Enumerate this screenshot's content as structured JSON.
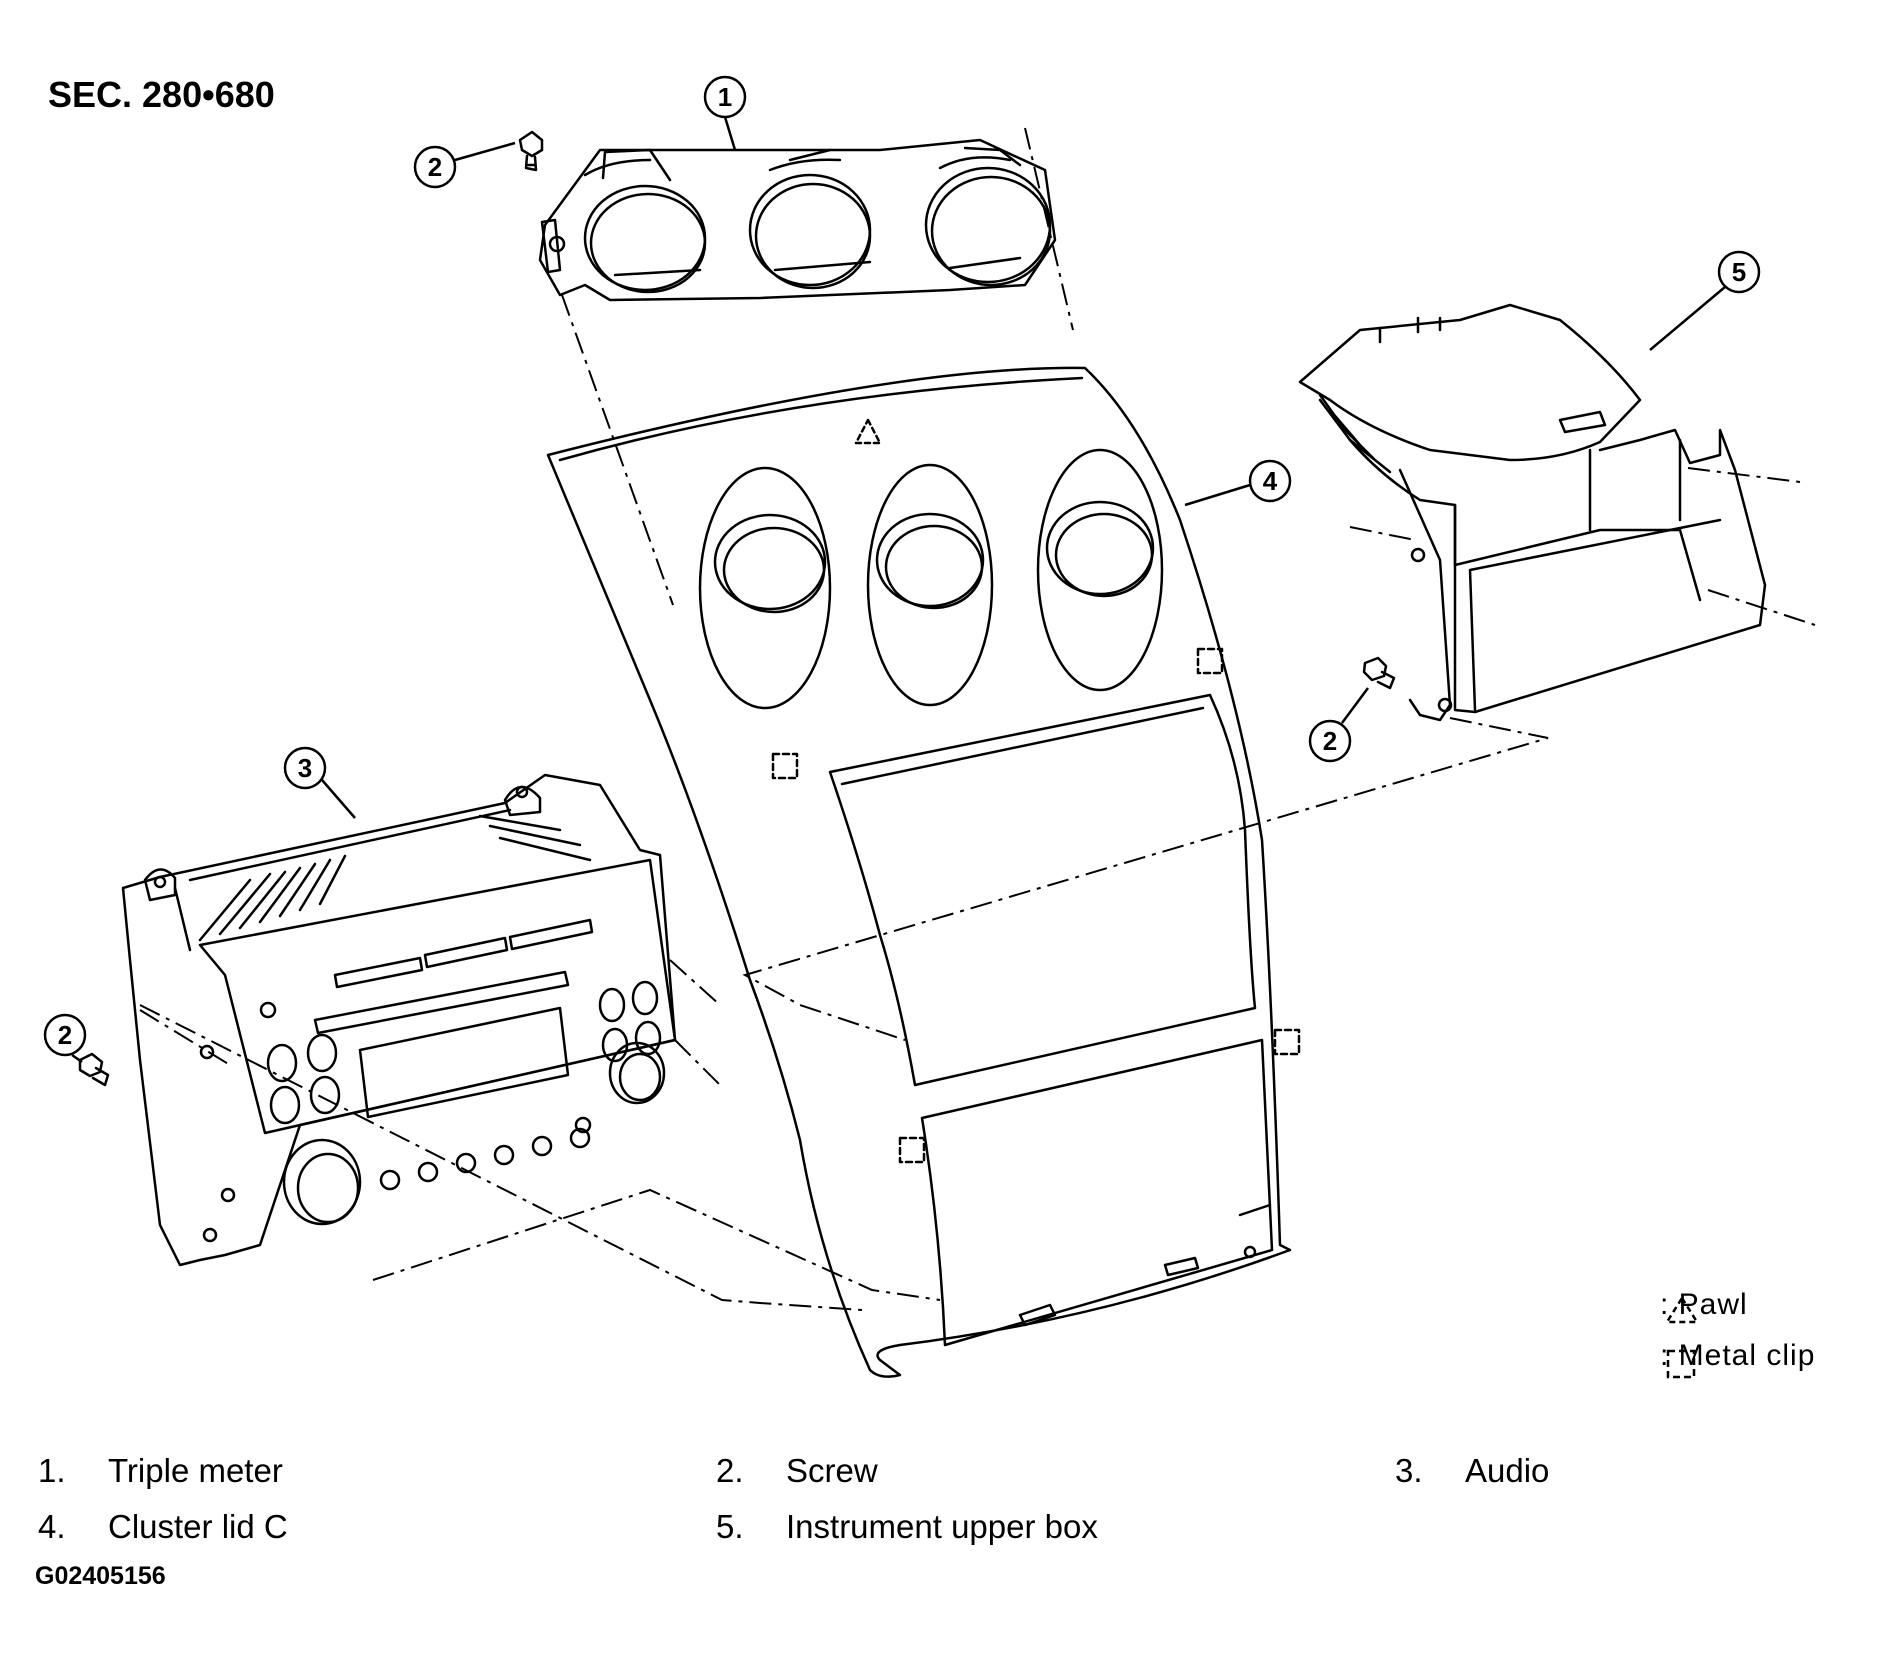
{
  "section_code": "SEC. 280•680",
  "figure_id": "G02405156",
  "callouts": [
    "1",
    "2",
    "2",
    "2",
    "3",
    "4",
    "5"
  ],
  "legend": [
    {
      "symbol": "pawl-icon",
      "label": ": Pawl"
    },
    {
      "symbol": "metal-clip-icon",
      "label": ": Metal clip"
    }
  ],
  "parts": [
    {
      "num": "1.",
      "name": "Triple meter"
    },
    {
      "num": "2.",
      "name": "Screw"
    },
    {
      "num": "3.",
      "name": "Audio"
    },
    {
      "num": "4.",
      "name": "Cluster lid C"
    },
    {
      "num": "5.",
      "name": "Instrument upper box"
    }
  ]
}
